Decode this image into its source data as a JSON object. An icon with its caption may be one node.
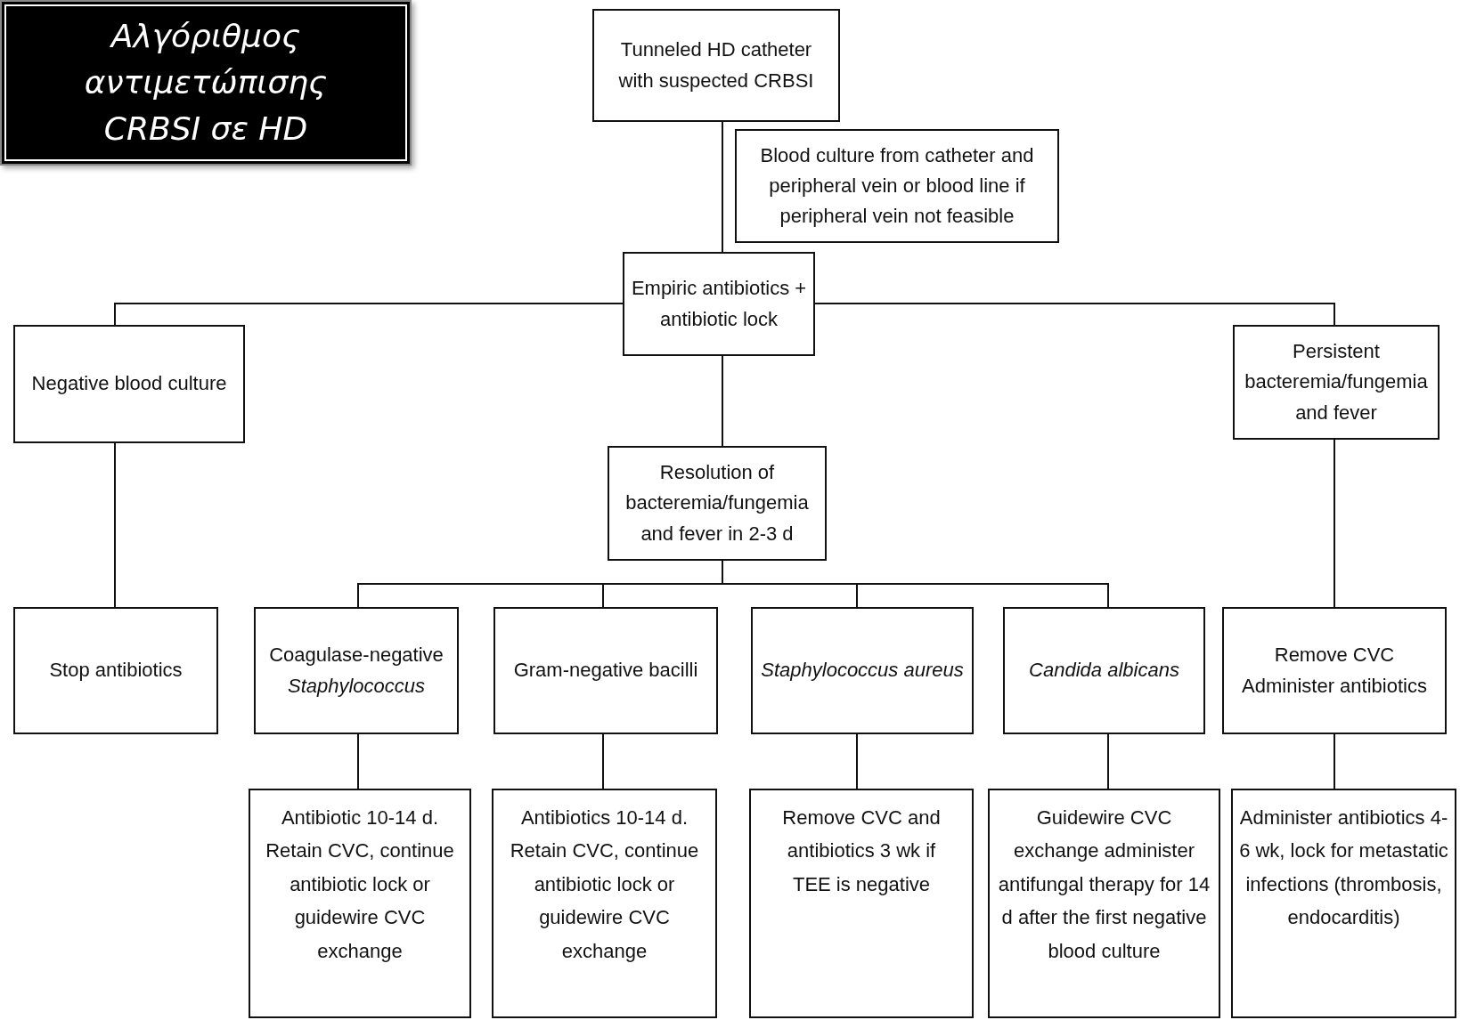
{
  "diagram": {
    "title": "Αλγόριθμος αντιμετώπισης CRBSI σε HD",
    "nodes": [
      {
        "text": [
          "Tunneled HD catheter with suspected CRBSI"
        ]
      },
      {
        "text": [
          "Blood culture from catheter and peripheral vein or blood line if peripheral vein not feasible"
        ]
      },
      {
        "text": [
          "Empiric antibiotics + antibiotic lock"
        ]
      },
      {
        "text": [
          "Negative blood culture"
        ]
      },
      {
        "text": [
          "Resolution of bacteremia/fungemia and fever in 2-3 d"
        ]
      },
      {
        "text": [
          "Persistent bacteremia/fungemia and fever"
        ]
      },
      {
        "text": [
          "Stop antibiotics"
        ]
      },
      {
        "text": [
          "Coagulase-negative *Staphylococcus*"
        ]
      },
      {
        "text": [
          "Gram-negative bacilli"
        ]
      },
      {
        "text": [
          "Staphylococcus aureus"
        ]
      },
      {
        "text": [
          "Candida albicans"
        ]
      },
      {
        "text": [
          "Remove CVC Administer antibiotics"
        ]
      },
      {
        "text": [
          "Antibiotic 10-14 d. Retain CVC, continue antibiotic lock or guidewire CVC exchange"
        ]
      },
      {
        "text": [
          "Antibiotics 10-14 d. Retain CVC, continue antibiotic lock or guidewire CVC exchange"
        ]
      },
      {
        "text": [
          "Remove CVC and antibiotics 3 wk if TEE is negative"
        ]
      },
      {
        "text": [
          "Guidewire CVC exchange administer antifungal therapy for 14 d after the first negative blood culture"
        ]
      },
      {
        "text": [
          "Administer antibiotics 4-6 wk, lock for metastatic infections (thrombosis, endocarditis)"
        ]
      }
    ],
    "edges": [
      {
        "from": 0,
        "to": 2,
        "arrow": "none"
      },
      {
        "from": 2,
        "to": 3,
        "arrow": "none"
      },
      {
        "from": 2,
        "to": 4,
        "arrow": "none"
      },
      {
        "from": 2,
        "to": 5,
        "arrow": "none"
      },
      {
        "from": 3,
        "to": 6,
        "arrow": "none"
      },
      {
        "from": 4,
        "to": 7,
        "arrow": "none"
      },
      {
        "from": 4,
        "to": 8,
        "arrow": "none"
      },
      {
        "from": 4,
        "to": 9,
        "arrow": "none"
      },
      {
        "from": 4,
        "to": 10,
        "arrow": "none"
      },
      {
        "from": 5,
        "to": 11,
        "arrow": "none"
      },
      {
        "from": 7,
        "to": 12,
        "arrow": "none"
      },
      {
        "from": 8,
        "to": 13,
        "arrow": "none"
      },
      {
        "from": 9,
        "to": 14,
        "arrow": "none"
      },
      {
        "from": 10,
        "to": 15,
        "arrow": "none"
      },
      {
        "from": 11,
        "to": 16,
        "arrow": "none"
      }
    ]
  }
}
